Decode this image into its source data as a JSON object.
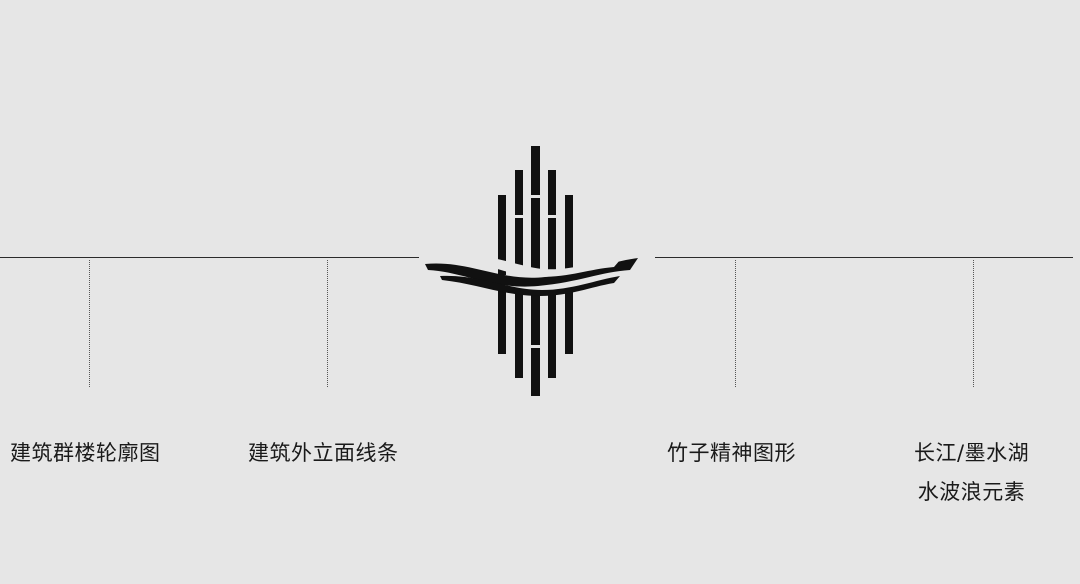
{
  "labels": {
    "label_1": "建筑群楼轮廓图",
    "label_2": "建筑外立面线条",
    "label_3": "竹子精神图形",
    "label_4_line1": "长江/墨水湖",
    "label_4_line2": "水波浪元素"
  },
  "colors": {
    "background": "#e6e6e6",
    "ink": "#111111",
    "line": "#2b2b2b"
  }
}
